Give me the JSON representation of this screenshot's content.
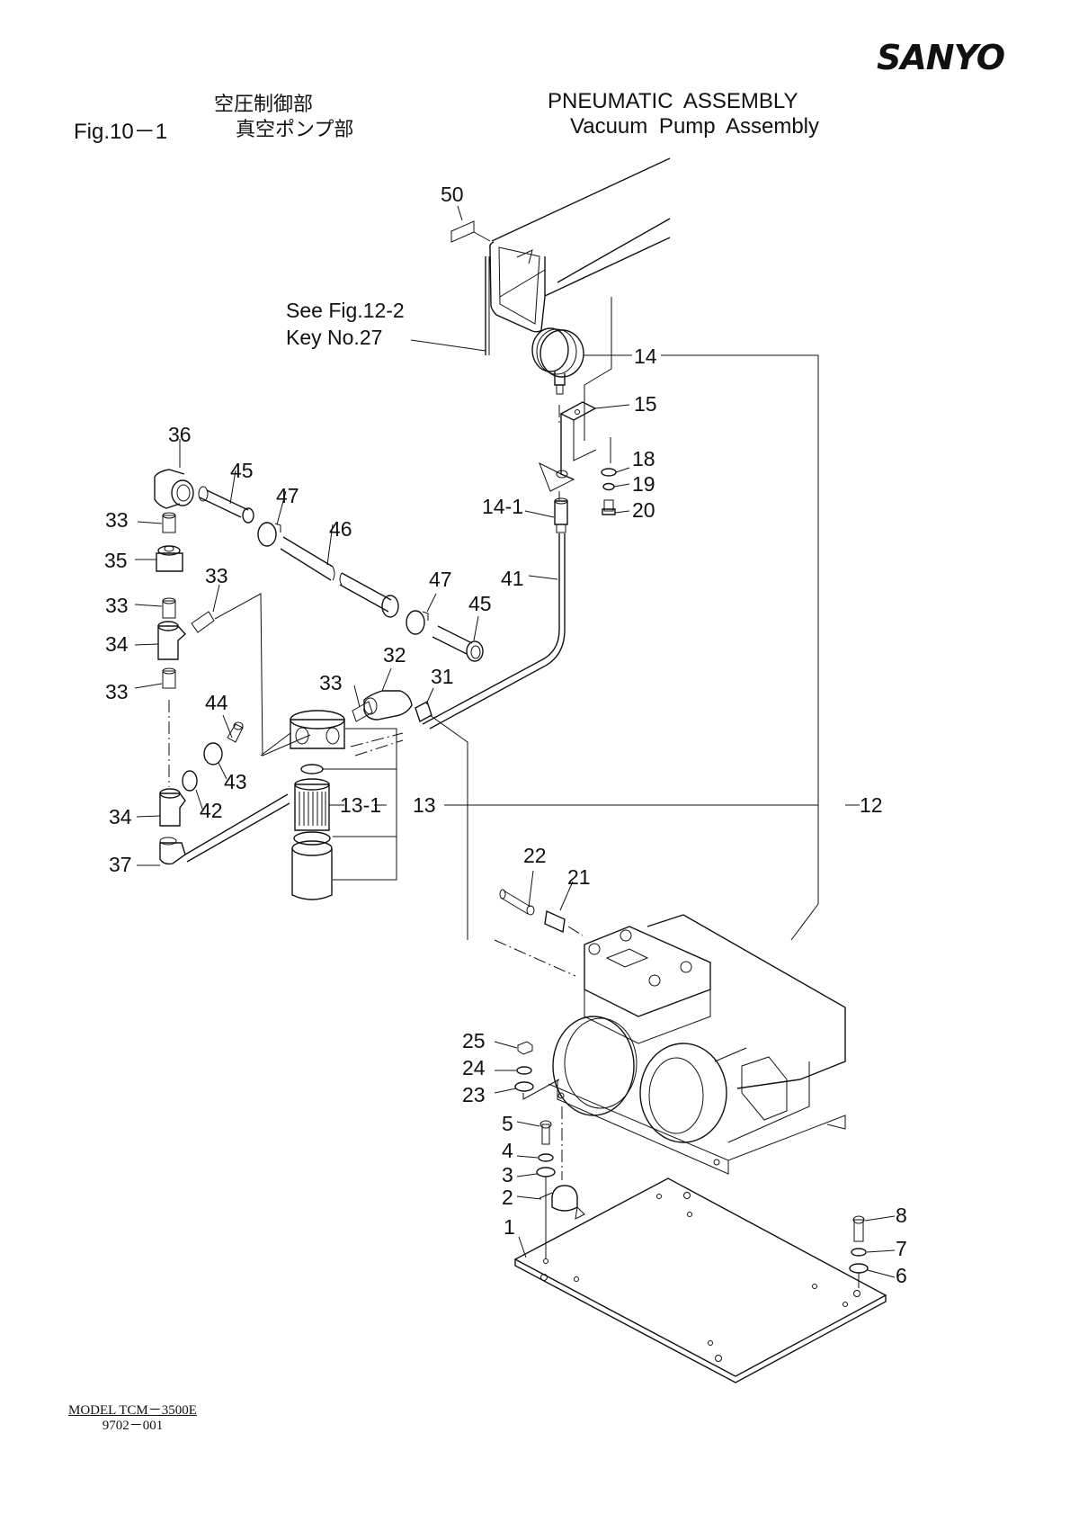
{
  "brand": "SANYO",
  "header": {
    "figure_number": "Fig.10－1",
    "title_jp_line1": "空圧制御部",
    "title_jp_line2": "真空ポンプ部",
    "title_en_line1": "PNEUMATIC ASSEMBLY",
    "title_en_line2": "Vacuum Pump Assembly"
  },
  "reference_note": {
    "line1": "See Fig.12-2",
    "line2": "Key No.27"
  },
  "callouts": [
    {
      "id": "c50",
      "label": "50"
    },
    {
      "id": "c14",
      "label": "14"
    },
    {
      "id": "c15",
      "label": "15"
    },
    {
      "id": "c18",
      "label": "18"
    },
    {
      "id": "c19",
      "label": "19"
    },
    {
      "id": "c20",
      "label": "20"
    },
    {
      "id": "c14-1",
      "label": "14-1"
    },
    {
      "id": "c41",
      "label": "41"
    },
    {
      "id": "c36",
      "label": "36"
    },
    {
      "id": "c45a",
      "label": "45"
    },
    {
      "id": "c47a",
      "label": "47"
    },
    {
      "id": "c46",
      "label": "46"
    },
    {
      "id": "c33a",
      "label": "33"
    },
    {
      "id": "c35",
      "label": "35"
    },
    {
      "id": "c33b",
      "label": "33"
    },
    {
      "id": "c33c",
      "label": "33"
    },
    {
      "id": "c47b",
      "label": "47"
    },
    {
      "id": "c45b",
      "label": "45"
    },
    {
      "id": "c34a",
      "label": "34"
    },
    {
      "id": "c32",
      "label": "32"
    },
    {
      "id": "c33d",
      "label": "33"
    },
    {
      "id": "c31",
      "label": "31"
    },
    {
      "id": "c33e",
      "label": "33"
    },
    {
      "id": "c44",
      "label": "44"
    },
    {
      "id": "c43",
      "label": "43"
    },
    {
      "id": "c42",
      "label": "42"
    },
    {
      "id": "c34b",
      "label": "34"
    },
    {
      "id": "c13-1",
      "label": "13-1"
    },
    {
      "id": "c13",
      "label": "13"
    },
    {
      "id": "c12",
      "label": "12"
    },
    {
      "id": "c37",
      "label": "37"
    },
    {
      "id": "c22",
      "label": "22"
    },
    {
      "id": "c21",
      "label": "21"
    },
    {
      "id": "c25",
      "label": "25"
    },
    {
      "id": "c24",
      "label": "24"
    },
    {
      "id": "c23",
      "label": "23"
    },
    {
      "id": "c5",
      "label": "5"
    },
    {
      "id": "c4",
      "label": "4"
    },
    {
      "id": "c3",
      "label": "3"
    },
    {
      "id": "c2",
      "label": "2"
    },
    {
      "id": "c1",
      "label": "1"
    },
    {
      "id": "c8",
      "label": "8"
    },
    {
      "id": "c7",
      "label": "7"
    },
    {
      "id": "c6",
      "label": "6"
    }
  ],
  "footer": {
    "model": "MODEL  TCM－3500E",
    "code": "9702－001"
  }
}
